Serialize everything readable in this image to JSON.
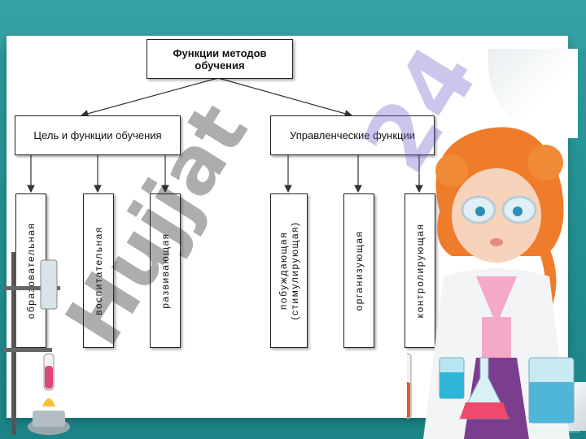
{
  "diagram": {
    "root": "Функции методов обучения",
    "branches": [
      {
        "label": "Цель и функции обучения",
        "children": [
          {
            "lines": [
              "образовательная"
            ]
          },
          {
            "lines": [
              "воспитательная"
            ]
          },
          {
            "lines": [
              "развивающая"
            ]
          }
        ]
      },
      {
        "label": "Управленческие функции",
        "children": [
          {
            "lines": [
              "побуждающая",
              "(стимулирующая)"
            ]
          },
          {
            "lines": [
              "организующая"
            ]
          },
          {
            "lines": [
              "контролирующая"
            ]
          }
        ]
      }
    ]
  },
  "watermark": {
    "text": "Hujjat",
    "number": "24"
  },
  "credit": "presentation-creation.ru",
  "colors": {
    "background": "#1f8a8c",
    "board": "#ffffff",
    "line": "#333333"
  }
}
